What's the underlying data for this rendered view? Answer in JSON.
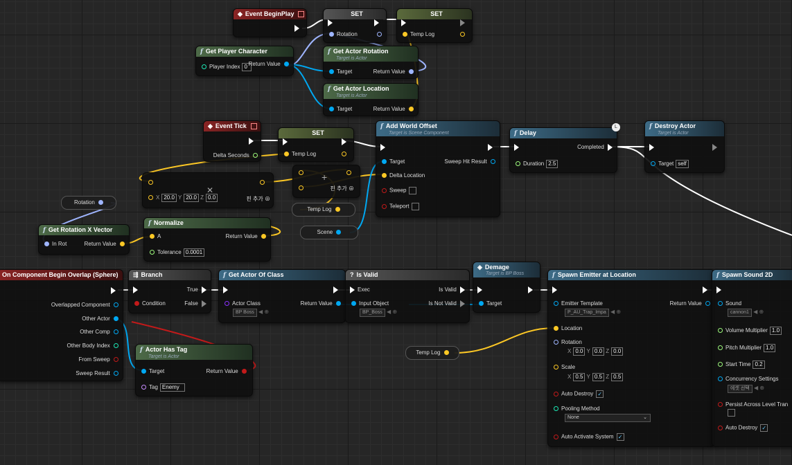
{
  "colors": {
    "exec": "#ffffff",
    "object": "#00a8f2",
    "rotator": "#9fb5ff",
    "vector": "#fdc825",
    "float": "#9df97c",
    "bool": "#c21a1a",
    "class": "#8a30ff",
    "string": "#f25cda",
    "name": "#c88cff"
  },
  "nodes": {
    "event_begin_play": {
      "title": "Event BeginPlay"
    },
    "set_rotation": {
      "title": "SET",
      "pin": "Rotation"
    },
    "set_templog_top": {
      "title": "SET",
      "pin": "Temp Log"
    },
    "get_player_character": {
      "title": "Get Player Character",
      "pin_in": "Player Index",
      "pin_in_value": "0",
      "pin_out": "Return Value"
    },
    "get_actor_rotation": {
      "title": "Get Actor Rotation",
      "subtitle": "Target is Actor",
      "pin_in": "Target",
      "pin_out": "Return Value"
    },
    "get_actor_location": {
      "title": "Get Actor Location",
      "subtitle": "Target is Actor",
      "pin_in": "Target",
      "pin_out": "Return Value"
    },
    "event_tick": {
      "title": "Event Tick",
      "pin_out": "Delta Seconds"
    },
    "set_templog_mid": {
      "title": "SET",
      "pin": "Temp Log"
    },
    "multiply_vector": {
      "x_label": "X",
      "x": "20.0",
      "y_label": "Y",
      "y": "20.0",
      "z_label": "Z",
      "z": "0.0",
      "add_pin": "핀 추가"
    },
    "add_vector": {
      "add_pin": "핀 추가"
    },
    "add_world_offset": {
      "title": "Add World Offset",
      "subtitle": "Target is Scene Component",
      "pin_target": "Target",
      "pin_delta": "Delta Location",
      "pin_sweep": "Sweep",
      "pin_teleport": "Teleport",
      "pin_out": "Sweep Hit Result"
    },
    "delay": {
      "title": "Delay",
      "pin_out": "Completed",
      "pin_in": "Duration",
      "duration": "2.5",
      "badge": "L"
    },
    "destroy_actor": {
      "title": "Destroy Actor",
      "subtitle": "Target is Actor",
      "pin_in": "Target",
      "value": "self"
    },
    "get_rotation_x_vector": {
      "title": "Get Rotation X Vector",
      "pin_in": "In Rot",
      "pin_out": "Return Value"
    },
    "normalize": {
      "title": "Normalize",
      "pin_a": "A",
      "pin_tol": "Tolerance",
      "tolerance": "0.0001",
      "pin_out": "Return Value"
    },
    "on_overlap": {
      "title": "On Component Begin Overlap (Sphere)",
      "pins": [
        "Overlapped Component",
        "Other Actor",
        "Other Comp",
        "Other Body Index",
        "From Sweep",
        "Sweep Result"
      ]
    },
    "branch": {
      "title": "Branch",
      "pin_cond": "Condition",
      "pin_true": "True",
      "pin_false": "False"
    },
    "get_actor_of_class": {
      "title": "Get Actor Of Class",
      "pin_in": "Actor Class",
      "value": "BP Boss",
      "pin_out": "Return Value"
    },
    "is_valid": {
      "title": "Is Valid",
      "pin_exec": "Exec",
      "pin_input": "Input Object",
      "value": "BP_Boss",
      "pin_valid": "Is Valid",
      "pin_not_valid": "Is Not Valid"
    },
    "demage": {
      "title": "Demage",
      "subtitle": "Target is BP Boss",
      "pin_in": "Target"
    },
    "actor_has_tag": {
      "title": "Actor Has Tag",
      "subtitle": "Target is Actor",
      "pin_target": "Target",
      "pin_tag": "Tag",
      "tag_value": "Enemy",
      "pin_out": "Return Value"
    },
    "spawn_emitter": {
      "title": "Spawn Emitter at Location",
      "pin_template": "Emitter Template",
      "template_value": "P_AU_Trap_Impa",
      "pin_out": "Return Value",
      "pin_location": "Location",
      "pin_rotation": "Rotation",
      "rx": "0.0",
      "ry": "0.0",
      "rz": "0.0",
      "pin_scale": "Scale",
      "sx": "0.5",
      "sy": "0.5",
      "sz": "0.5",
      "x_label": "X",
      "y_label": "Y",
      "z_label": "Z",
      "pin_auto_destroy": "Auto Destroy",
      "pin_pooling": "Pooling Method",
      "pooling_value": "None",
      "pin_auto_activate": "Auto Activate System"
    },
    "spawn_sound_2d": {
      "title": "Spawn Sound 2D",
      "pin_sound": "Sound",
      "sound_value": "cannon1",
      "pin_volume": "Volume Multiplier",
      "volume": "1.0",
      "pin_pitch": "Pitch Multiplier",
      "pitch": "1.0",
      "pin_start": "Start Time",
      "start": "0.2",
      "pin_concurrency": "Concurrency Settings",
      "concurrency_value": "에셋 선택",
      "pin_persist": "Persist Across Level Tran",
      "pin_auto_destroy": "Auto Destroy"
    }
  },
  "reroutes": {
    "rotation": "Rotation",
    "templog_a": "Temp Log",
    "scene": "Scene",
    "templog_b": "Temp Log"
  }
}
